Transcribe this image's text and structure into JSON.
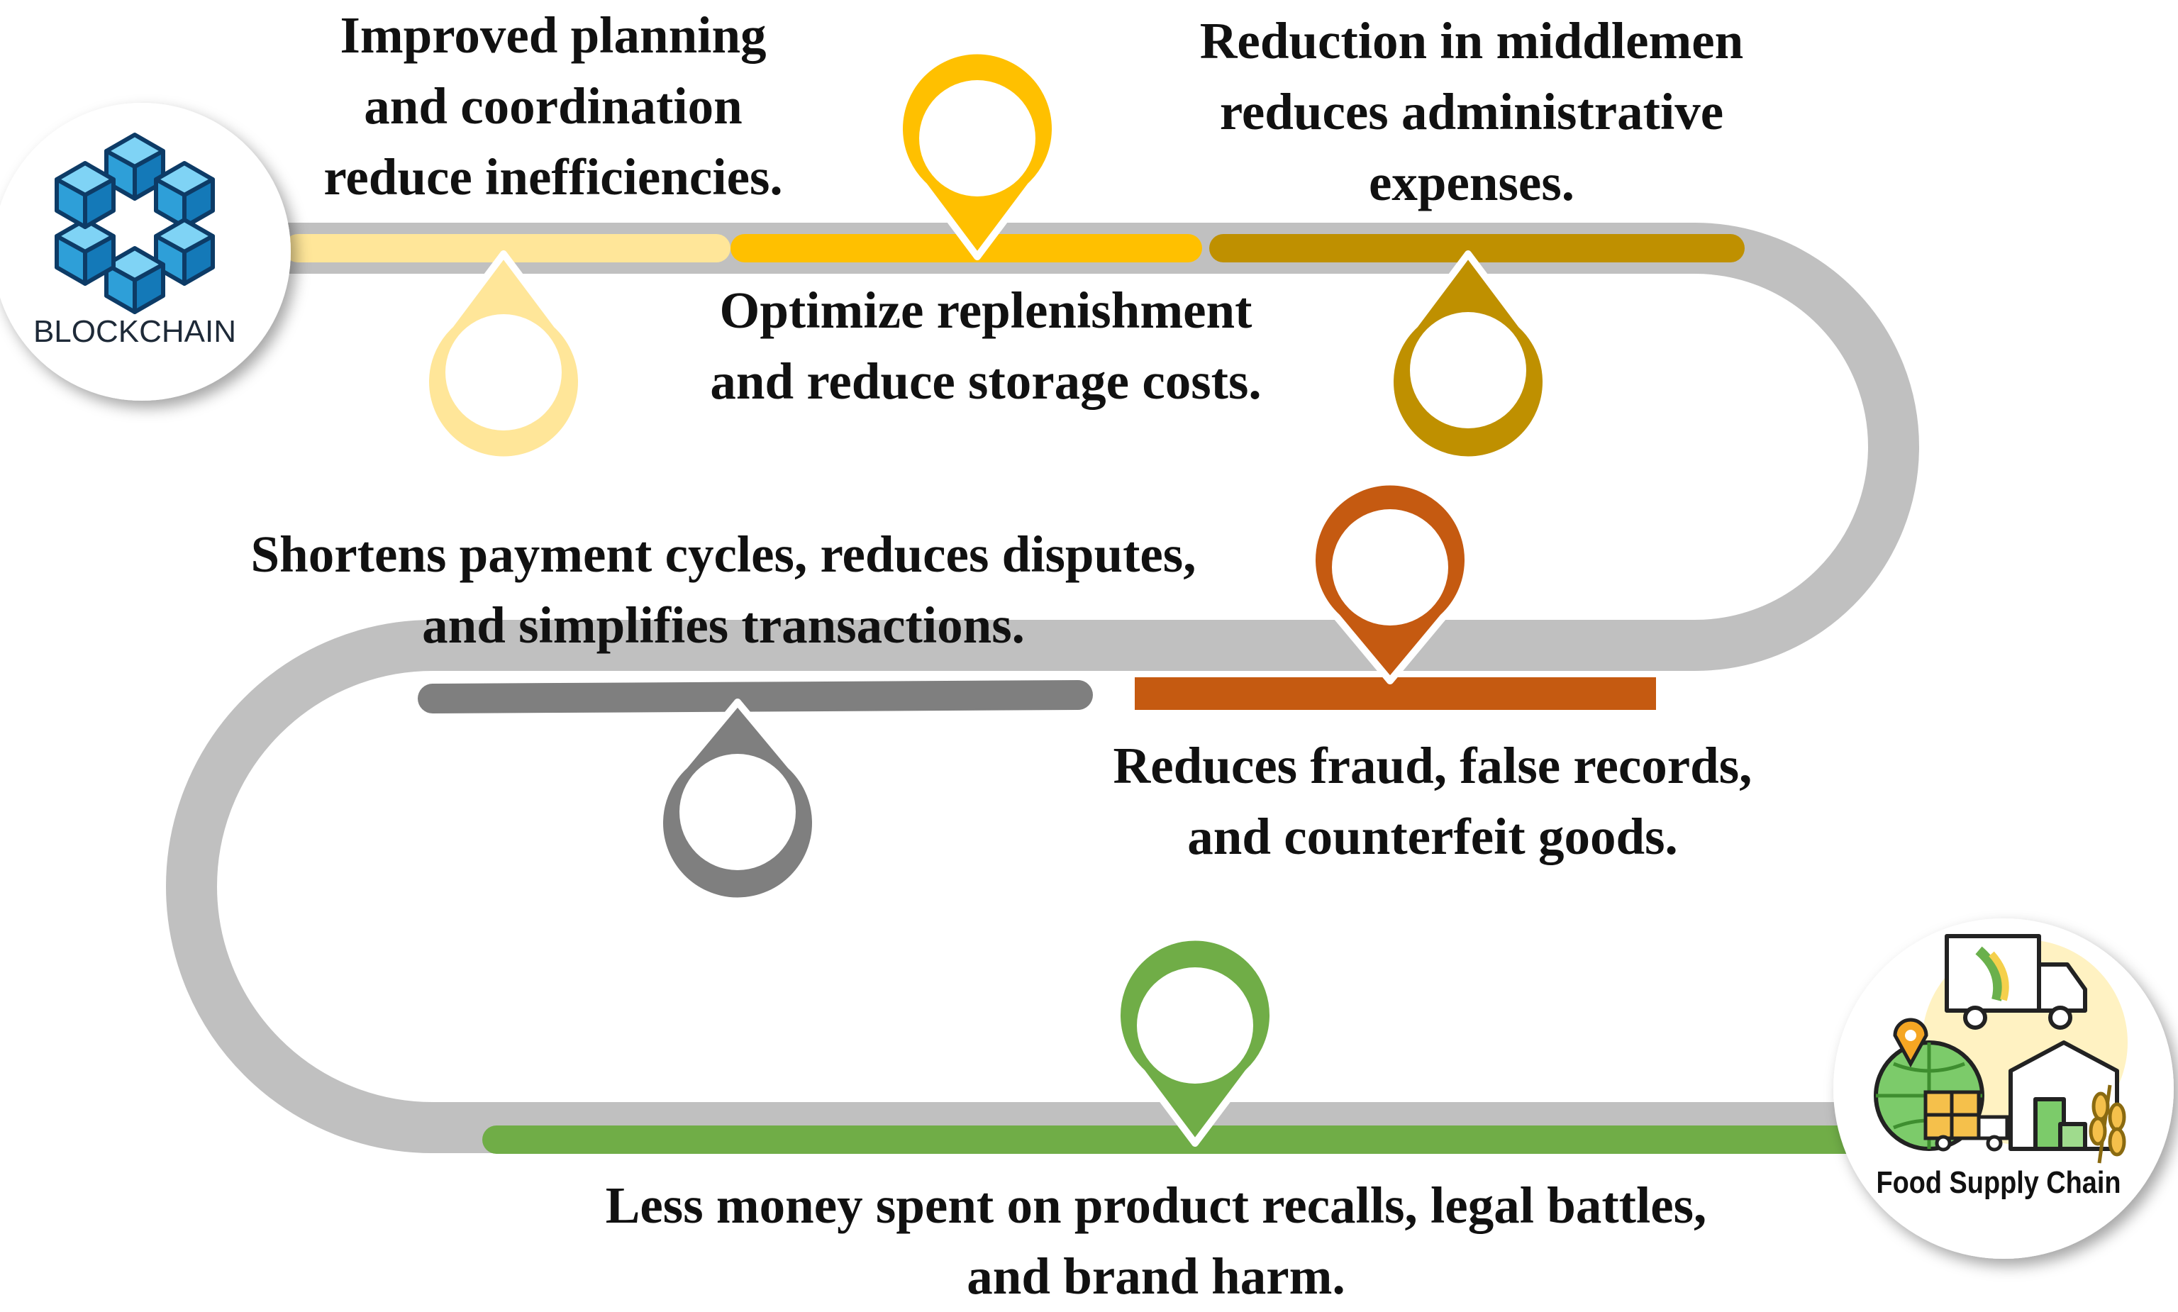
{
  "diagram": {
    "start_node": {
      "label": "BLOCKCHAIN",
      "icon": "blockchain-cubes-icon"
    },
    "end_node": {
      "label": "Food Supply Chain",
      "icon": "food-supply-chain-icon"
    },
    "steps": [
      {
        "id": "planning",
        "color": "#FFE699",
        "pin_direction": "down",
        "lines": [
          "Improved planning",
          "and coordination",
          "reduce inefficiencies."
        ]
      },
      {
        "id": "replenishment",
        "color": "#FFC000",
        "pin_direction": "up",
        "lines": [
          "Optimize replenishment",
          "and reduce storage costs."
        ]
      },
      {
        "id": "middlemen",
        "color": "#BF9000",
        "pin_direction": "down",
        "lines": [
          "Reduction in middlemen",
          "reduces administrative",
          "expenses."
        ]
      },
      {
        "id": "fraud",
        "color": "#C55A11",
        "pin_direction": "up",
        "lines": [
          "Reduces fraud, false records,",
          "and counterfeit goods."
        ]
      },
      {
        "id": "payment",
        "color": "#7F7F7F",
        "pin_direction": "down",
        "lines": [
          "Shortens payment cycles, reduces disputes,",
          "and simplifies transactions."
        ]
      },
      {
        "id": "recalls",
        "color": "#70AD47",
        "pin_direction": "up",
        "lines": [
          "Less money spent on product recalls, legal battles,",
          "and brand harm."
        ]
      }
    ],
    "track_color": "#C0C0C0"
  }
}
